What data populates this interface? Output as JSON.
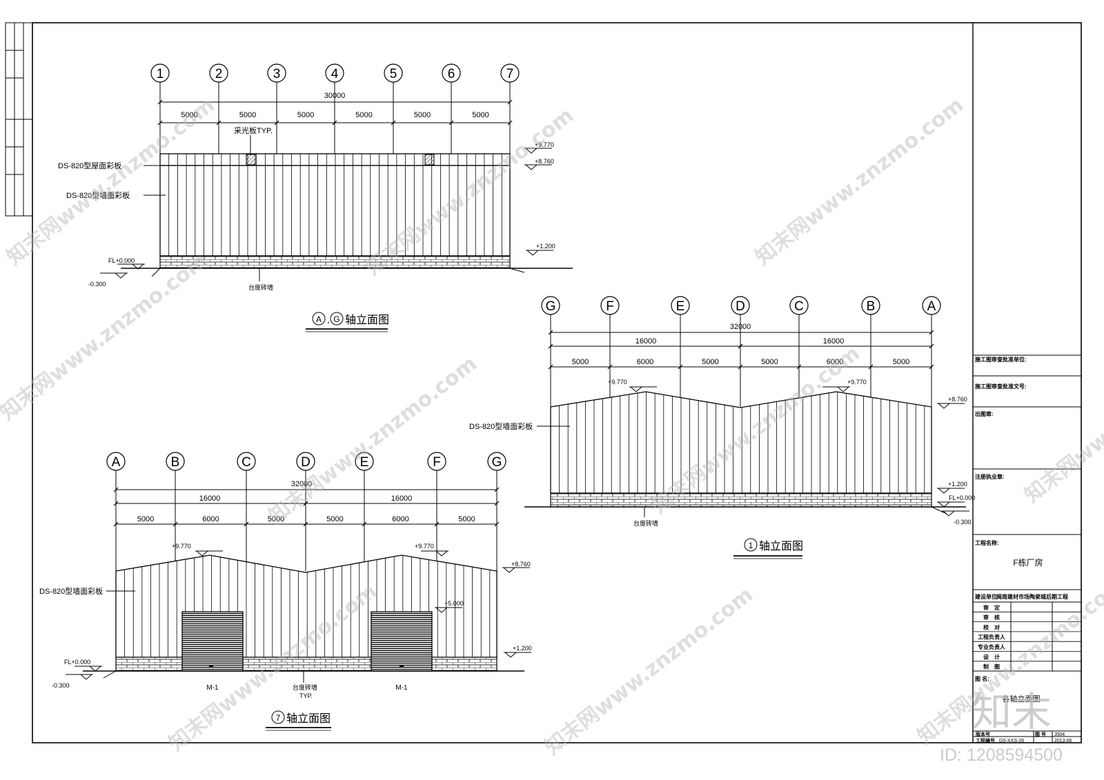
{
  "sheet": {
    "approval_unit_label": "施工图审查批准单位:",
    "approval_no_label": "施工图审查批准文号:",
    "stamp_label": "出图章:",
    "reg_stamp_label": "注册执业章:",
    "project_name_label": "工程名称:",
    "project_name": "F栋厂房",
    "client_label": "建设单位:",
    "client_name": "闽南建材市场陶瓷城后期工程",
    "roles": [
      "审　定",
      "审　核",
      "校　对",
      "工程负责人",
      "专业负责人",
      "设　计",
      "制　图"
    ],
    "drawing_name_label": "图 名:",
    "drawing_name": "各轴立面图",
    "version_label": "版本号",
    "project_no_label": "工程编号",
    "project_no": "DS-XXS-26",
    "sheet_no_label": "图 号",
    "sheet_no": "J004",
    "date": "2013.06"
  },
  "elevation_ag": {
    "title_markers": [
      "A",
      "G"
    ],
    "title_suffix": "轴立面图",
    "axes": [
      "1",
      "2",
      "3",
      "4",
      "5",
      "6",
      "7"
    ],
    "total": "30000",
    "spans": [
      "5000",
      "5000",
      "5000",
      "5000",
      "5000",
      "5000"
    ],
    "skylight_note": "采光板TYP.",
    "roof_label": "DS-820型屋面彩板",
    "wall_label": "DS-820型墙面彩板",
    "elev_top": "+9.770",
    "elev_eave": "+8.760",
    "elev_plinth": "+1.200",
    "elev_floor": "FL+0.000",
    "elev_ground": "-0.300",
    "plinth_label": "台度砖墙"
  },
  "elevation_7": {
    "title_marker": "7",
    "title_suffix": "轴立面图",
    "axes": [
      "A",
      "B",
      "C",
      "D",
      "E",
      "F",
      "G"
    ],
    "total": "32000",
    "halves": [
      "16000",
      "16000"
    ],
    "spans": [
      "5000",
      "6000",
      "5000",
      "5000",
      "6000",
      "5000"
    ],
    "wall_label": "DS-820型墙面彩板",
    "elev_ridge_1": "+9.770",
    "elev_ridge_2": "+9.770",
    "elev_eave": "+8.760",
    "elev_door": "+5.000",
    "elev_plinth": "+1.200",
    "elev_floor": "FL+0.000",
    "elev_ground": "-0.300",
    "door_1": "M-1",
    "door_2": "M-1",
    "plinth_label": "台度砖墙",
    "plinth_note": "TYP."
  },
  "elevation_1": {
    "title_marker": "1",
    "title_suffix": "轴立面图",
    "axes": [
      "G",
      "F",
      "E",
      "D",
      "C",
      "B",
      "A"
    ],
    "total": "32000",
    "halves": [
      "16000",
      "16000"
    ],
    "spans": [
      "5000",
      "6000",
      "5000",
      "5000",
      "6000",
      "5000"
    ],
    "wall_label": "DS-820型墙面彩板",
    "elev_ridge_1": "+9.770",
    "elev_ridge_2": "+9.770",
    "elev_eave": "+8.760",
    "elev_plinth": "+1.200",
    "elev_floor": "FL+0.000",
    "elev_ground": "-0.300",
    "plinth_label": "台度砖墙"
  },
  "watermark": {
    "site": "知末网www.znzmo.com",
    "logo": "知末",
    "id": "ID: 1208594500"
  }
}
